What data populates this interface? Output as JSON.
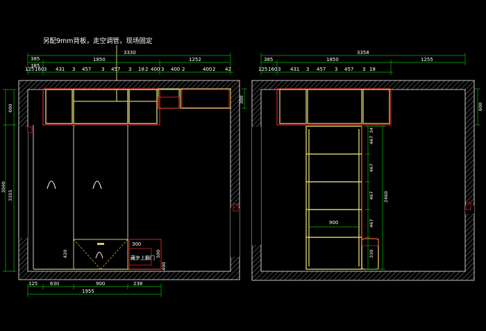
{
  "note_top": "另配9mm背板，走空调管，现场固定",
  "colors": {
    "background": "#000000",
    "wall": "#ffffff",
    "dimension_line": "#00c000",
    "cabinet": "#d8cc6a",
    "section_red": "#e02020",
    "text": "#ffffff"
  },
  "left_view": {
    "top_dims": {
      "row1": [
        "385",
        "3330"
      ],
      "row2": [
        "385",
        "1850",
        "1252"
      ],
      "row3": [
        "125",
        "160",
        "3",
        "431",
        "3",
        "457",
        "3",
        "457",
        "3",
        "18",
        "2",
        "400",
        "3",
        "400",
        "2",
        "400",
        "2",
        "42"
      ]
    },
    "right_dims": [
      "300"
    ],
    "left_dims": [
      "600",
      "3040",
      "3355"
    ],
    "inner_labels": {
      "door_h": "420",
      "box_w": "300",
      "box_h": "500",
      "side_h": "400",
      "sign": "藏步上翻门"
    },
    "bottom_dims": {
      "row1": [
        "125",
        "630",
        "900",
        "238"
      ],
      "row2": [
        "1955"
      ]
    }
  },
  "right_view": {
    "top_dims": {
      "row1": [
        "3358"
      ],
      "row2": [
        "385",
        "1850",
        "1255"
      ],
      "row3": [
        "125",
        "160",
        "3",
        "431",
        "3",
        "457",
        "3",
        "457",
        "3",
        "18"
      ]
    },
    "right_dims": [
      "600"
    ],
    "shelf_dims": [
      "34",
      "467",
      "467",
      "467",
      "467",
      "330"
    ],
    "shelf_height": "2460",
    "shelf_width": "900"
  }
}
